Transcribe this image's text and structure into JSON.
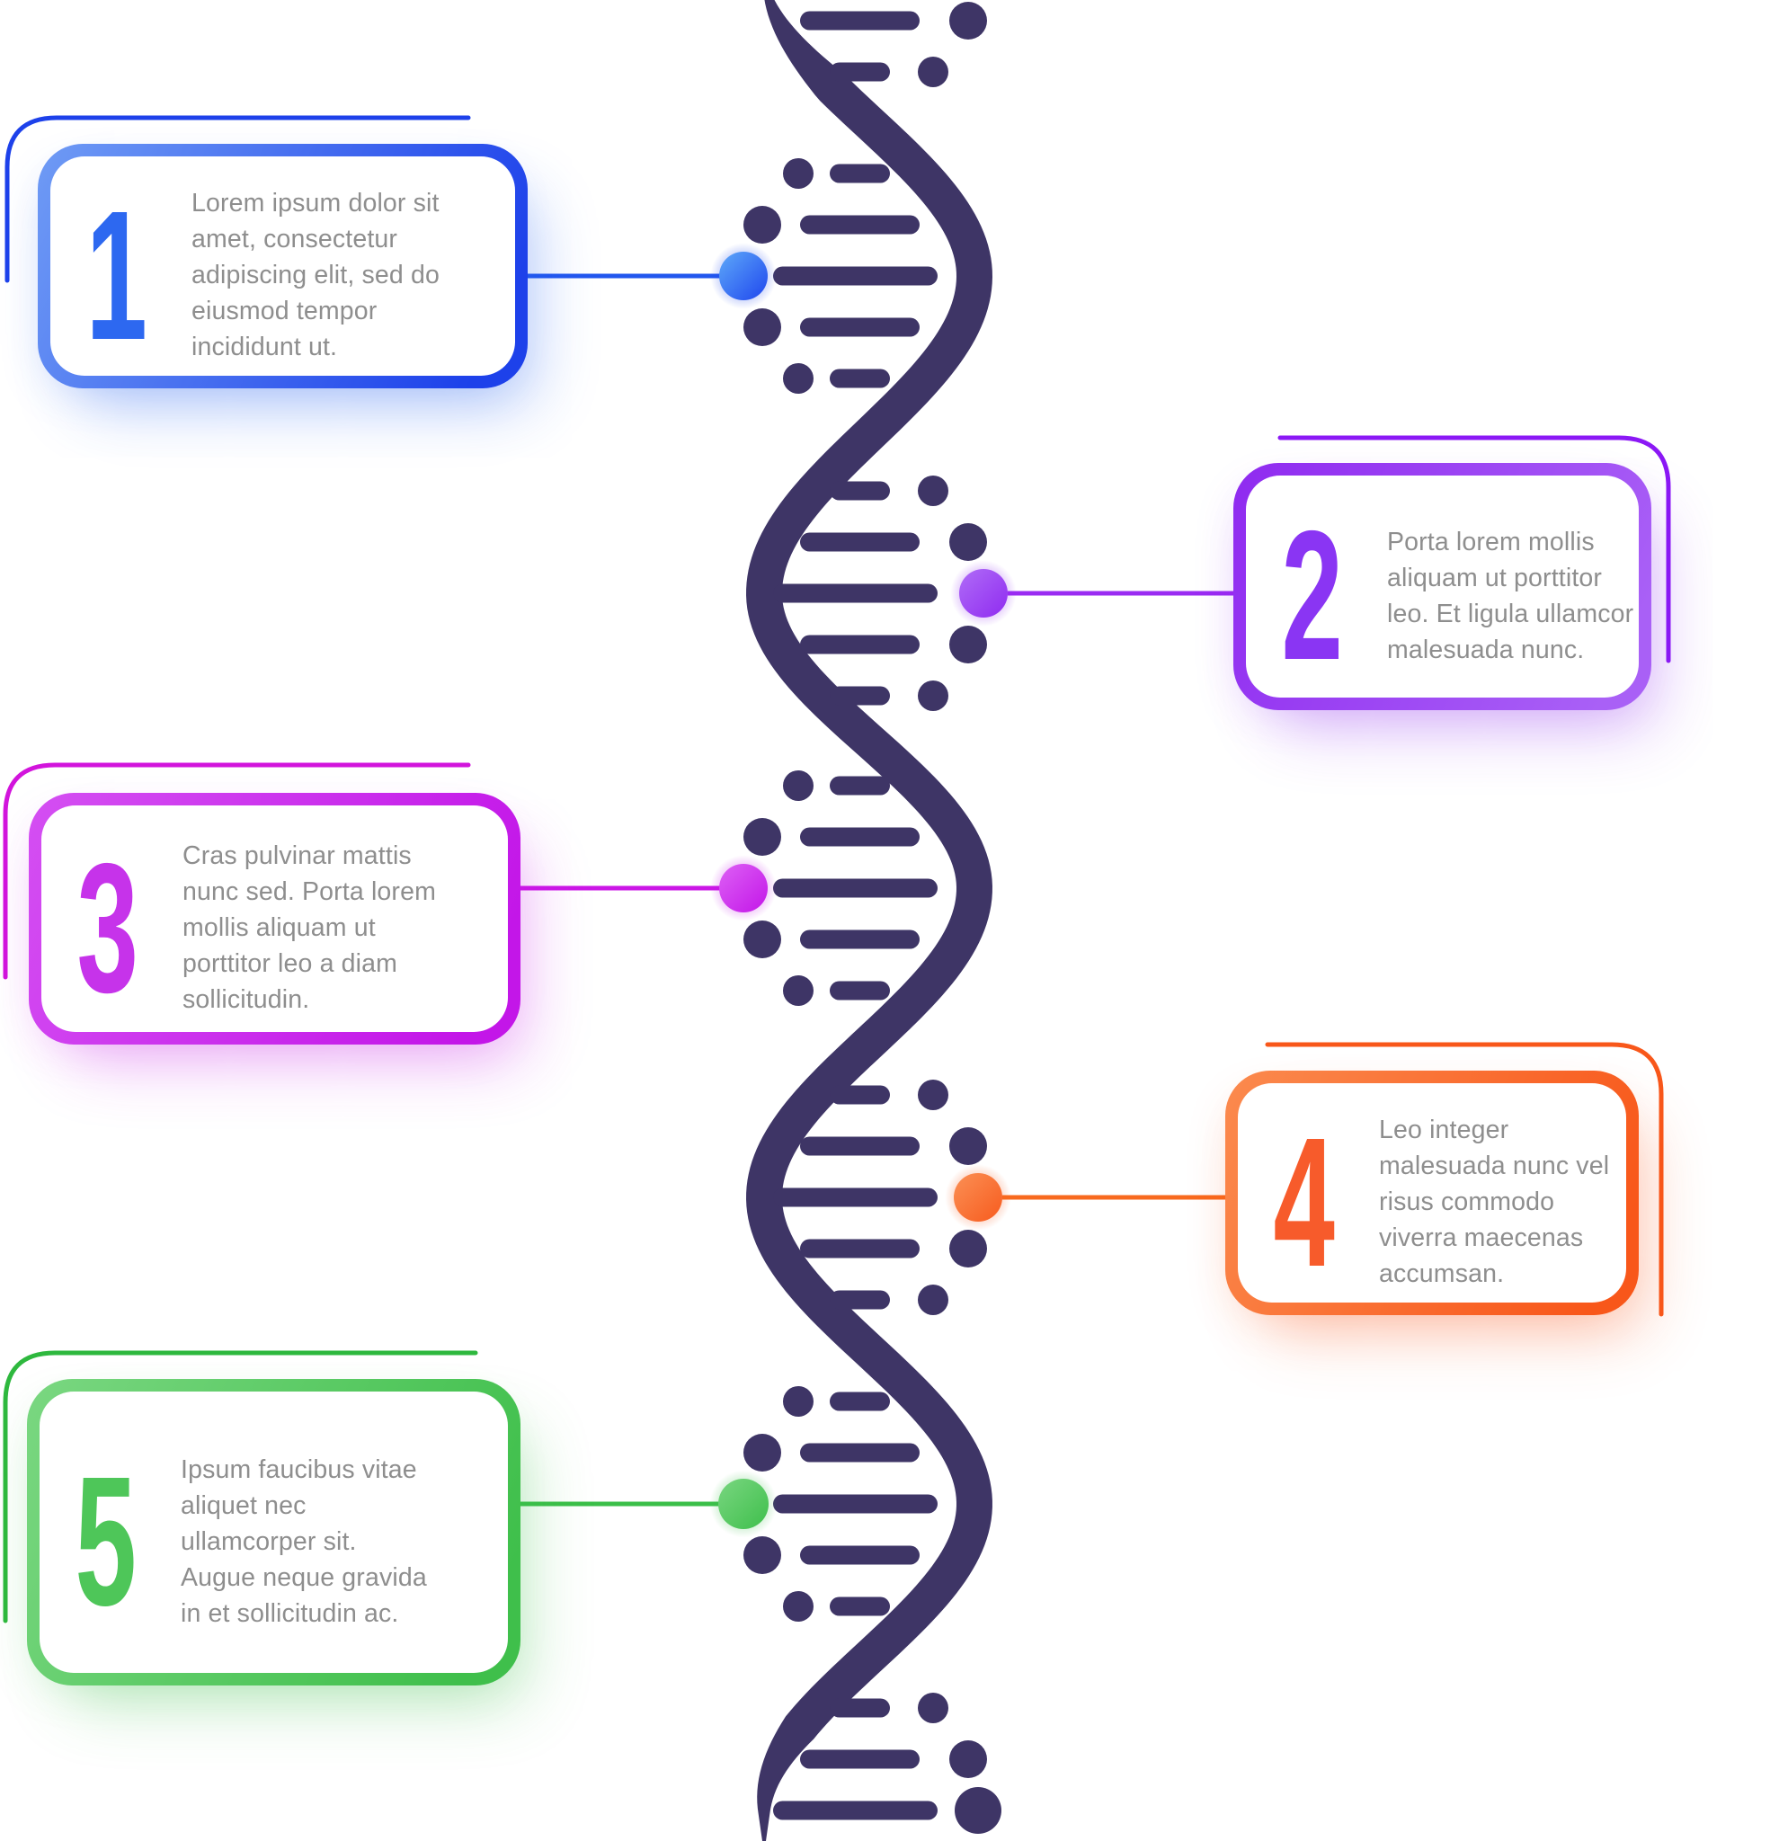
{
  "title": "DNA helix five step infographic",
  "helix": {
    "icon": "dna-helix-icon",
    "strand_color": "#3e3566",
    "strand_width": 40
  },
  "steps": [
    {
      "number": "1",
      "text": "Lorem ipsum dolor sit amet, consectetur adipiscing elit, sed do eiusmod tempor incididunt ut.",
      "colors": {
        "number": "#2d68f0",
        "border_from": "#6f9bf5",
        "border_to": "#1d41ea",
        "echo_line": "#1d41ea",
        "connector_line": "#2257ee",
        "dot_from": "#5ea9f9",
        "dot_to": "#1f46ee",
        "glow": "rgba(45,104,240,0.32)"
      }
    },
    {
      "number": "2",
      "text": "Porta lorem mollis aliquam ut porttitor leo. Et ligula ullamcor malesuada nunc.",
      "colors": {
        "number": "#8a35f3",
        "border_from": "#8f2af0",
        "border_to": "#a960f6",
        "echo_line": "#8b18f5",
        "connector_line": "#9a2bf2",
        "dot_from": "#b06cf7",
        "dot_to": "#8f2bf0",
        "glow": "rgba(143,42,240,0.30)"
      }
    },
    {
      "number": "3",
      "text": "Cras pulvinar mattis nunc sed. Porta lorem mollis aliquam ut porttitor leo a diam sollicitudin.",
      "colors": {
        "number": "#c633ea",
        "border_from": "#d44ff2",
        "border_to": "#c316e8",
        "echo_line": "#d214dc",
        "connector_line": "#cb16e6",
        "dot_from": "#dd60f5",
        "dot_to": "#c316e8",
        "glow": "rgba(201,39,233,0.30)"
      }
    },
    {
      "number": "4",
      "text": "Leo integer malesuada nunc vel risus commodo viverra maecenas accumsan.",
      "colors": {
        "number": "#f75b2b",
        "border_from": "#fb8a4e",
        "border_to": "#f8571a",
        "echo_line": "#f8571a",
        "connector_line": "#f86a1e",
        "dot_from": "#fb9055",
        "dot_to": "#f75b1e",
        "glow": "rgba(248,87,26,0.30)"
      }
    },
    {
      "number": "5",
      "text": "Ipsum faucibus vitae aliquet nec ullamcorper sit. Augue neque gravida in et sollicitudin ac.",
      "colors": {
        "number": "#4ec659",
        "border_from": "#7ad781",
        "border_to": "#3fbf4b",
        "echo_line": "#2eb83e",
        "connector_line": "#3bbf49",
        "dot_from": "#79d680",
        "dot_to": "#3fbf4c",
        "glow": "rgba(63,191,75,0.30)"
      }
    }
  ]
}
